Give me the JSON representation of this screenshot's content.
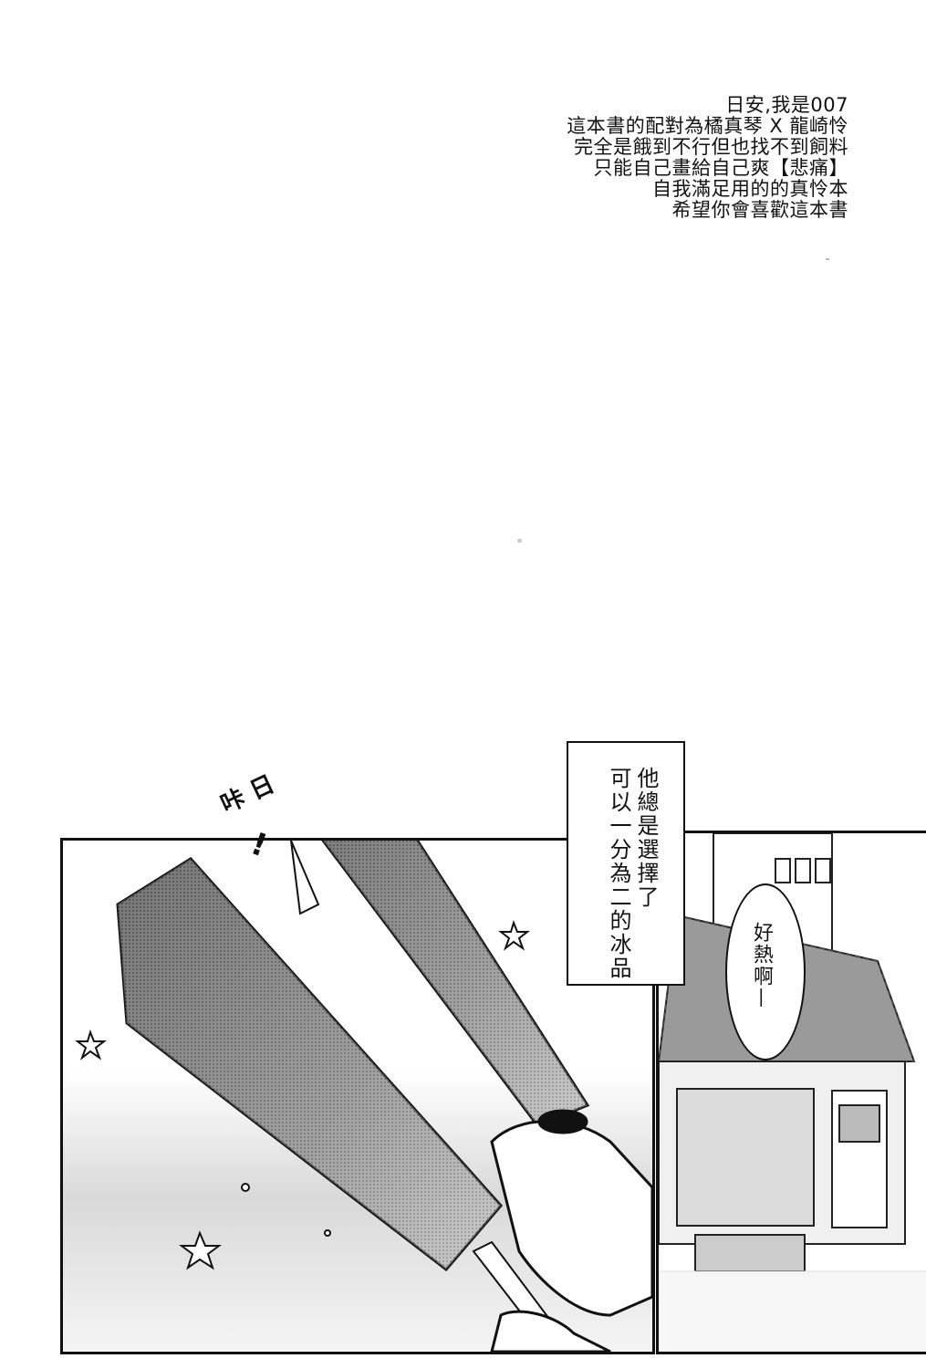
{
  "afterword": {
    "lines": [
      "日安,我是007",
      "這本書的配對為橘真琴 X 龍崎怜",
      "完全是餓到不行但也找不到飼料",
      "只能自己畫給自己爽【悲痛】",
      "自我滿足用的的真怜本",
      "希望你會喜歡這本書"
    ]
  },
  "comic": {
    "narration": [
      "他總是選擇了",
      "可以一分為二的冰品"
    ],
    "speech": "好熱啊—",
    "sfx": "咔 日",
    "sfx_mark": "!"
  }
}
